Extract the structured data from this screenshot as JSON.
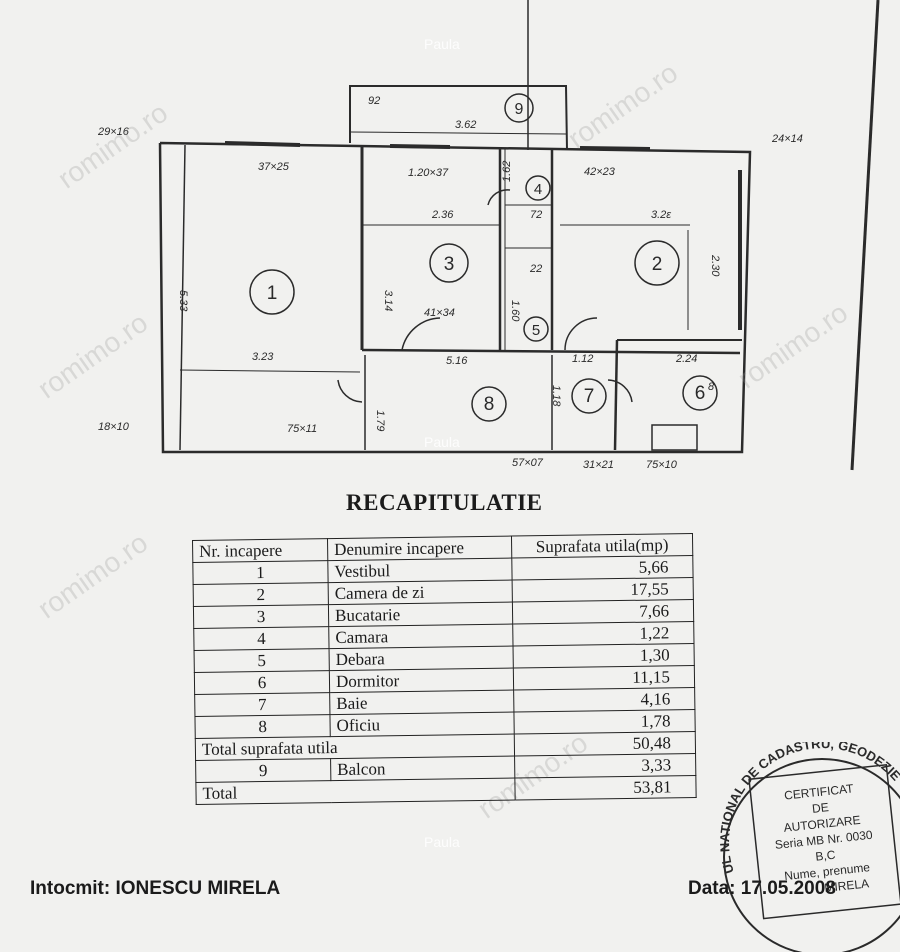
{
  "document": {
    "recap_title": "RECAPITULATIE",
    "table": {
      "headers": [
        "Nr. incapere",
        "Denumire incapere",
        "Suprafata utila(mp)"
      ],
      "rows": [
        {
          "nr": "1",
          "name": "Vestibul",
          "area": "5,66"
        },
        {
          "nr": "2",
          "name": "Camera de zi",
          "area": "17,55"
        },
        {
          "nr": "3",
          "name": "Bucatarie",
          "area": "7,66"
        },
        {
          "nr": "4",
          "name": "Camara",
          "area": "1,22"
        },
        {
          "nr": "5",
          "name": "Debara",
          "area": "1,30"
        },
        {
          "nr": "6",
          "name": "Dormitor",
          "area": "11,15"
        },
        {
          "nr": "7",
          "name": "Baie",
          "area": "4,16"
        },
        {
          "nr": "8",
          "name": "Oficiu",
          "area": "1,78"
        }
      ],
      "subtotal_label": "Total suprafata utila",
      "subtotal_value": "50,48",
      "balcony": {
        "nr": "9",
        "name": "Balcon",
        "area": "3,33"
      },
      "total_label": "Total",
      "total_value": "53,81"
    }
  },
  "floor_plan": {
    "room_numbers": [
      "1",
      "2",
      "3",
      "4",
      "5",
      "6",
      "7",
      "8",
      "9"
    ],
    "dimensions": [
      "92",
      "3.62",
      "29×16",
      "24×14",
      "37×25",
      "1.20×37",
      "1.62",
      "42×23",
      "2.36",
      "3.2ε",
      "72",
      "5.33",
      "3.14",
      "2.30",
      "22",
      "1.60",
      "41×34",
      "3.23",
      "5.16",
      "1.12",
      "2.24",
      "1.79",
      "1.18",
      "8",
      "18×10",
      "75×11",
      "57×07",
      "31×21",
      "75×10"
    ]
  },
  "stamp": {
    "ring_text": "UL NATIONAL DE CADASTRU, GEODEZIE",
    "lines": [
      "CERTIFICAT",
      "DE",
      "AUTORIZARE",
      "Seria MB Nr. 0030",
      "B,C",
      "Nume, prenume",
      "MIRELA"
    ]
  },
  "footer": {
    "left": "Intocmit: IONESCU MIRELA",
    "right": "Data: 17.05.2008"
  },
  "watermark": {
    "site": "romimo.ro",
    "author": "Paula"
  }
}
